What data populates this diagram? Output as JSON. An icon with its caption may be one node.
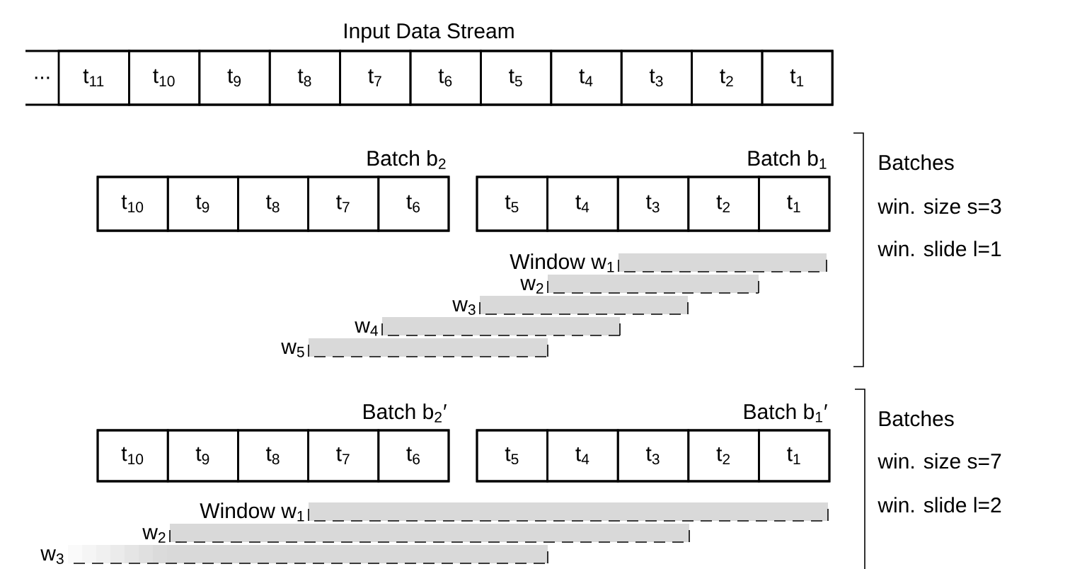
{
  "diagram": {
    "nodes": [
      {
        "text": [
          "Input Data Stream"
        ]
      },
      {
        "text": [
          "..."
        ],
        "in": 0
      },
      {
        "text": [
          "t$_{11}$"
        ],
        "in": 0
      },
      {
        "text": [
          "t$_{10}$"
        ],
        "in": 0
      },
      {
        "text": [
          "t$_{9}$"
        ],
        "in": 0
      },
      {
        "text": [
          "t$_{8}$"
        ],
        "in": 0
      },
      {
        "text": [
          "t$_{7}$"
        ],
        "in": 0
      },
      {
        "text": [
          "t$_{6}$"
        ],
        "in": 0
      },
      {
        "text": [
          "t$_{5}$"
        ],
        "in": 0
      },
      {
        "text": [
          "t$_{4}$"
        ],
        "in": 0
      },
      {
        "text": [
          "t$_{3}$"
        ],
        "in": 0
      },
      {
        "text": [
          "t$_{2}$"
        ],
        "in": 0
      },
      {
        "text": [
          "t$_{1}$"
        ],
        "in": 0
      },
      {
        "text": [
          "Batch b$_{2}$"
        ]
      },
      {
        "text": [
          "t$_{10}$"
        ],
        "in": 13
      },
      {
        "text": [
          "t$_{9}$"
        ],
        "in": 13
      },
      {
        "text": [
          "t$_{8}$"
        ],
        "in": 13
      },
      {
        "text": [
          "t$_{7}$"
        ],
        "in": 13
      },
      {
        "text": [
          "t$_{6}$"
        ],
        "in": 13
      },
      {
        "text": [
          "Batch b$_{1}$"
        ]
      },
      {
        "text": [
          "t$_{5}$"
        ],
        "in": 19
      },
      {
        "text": [
          "t$_{4}$"
        ],
        "in": 19
      },
      {
        "text": [
          "t$_{3}$"
        ],
        "in": 19
      },
      {
        "text": [
          "t$_{2}$"
        ],
        "in": 19
      },
      {
        "text": [
          "t$_{1}$"
        ],
        "in": 19
      },
      {
        "text": [],
        "shape": "bar",
        "beside": [
          "Window w$_{1}$"
        ]
      },
      {
        "text": [],
        "shape": "bar",
        "beside": [
          "w$_{2}$"
        ]
      },
      {
        "text": [],
        "shape": "bar",
        "beside": [
          "w$_{3}$"
        ]
      },
      {
        "text": [],
        "shape": "bar",
        "beside": [
          "w$_{4}$"
        ]
      },
      {
        "text": [],
        "shape": "bar",
        "beside": [
          "w$_{5}$"
        ]
      },
      {
        "text": [
          "Batch b$_{2}$′"
        ]
      },
      {
        "text": [
          "t$_{10}$"
        ],
        "in": 30
      },
      {
        "text": [
          "t$_{9}$"
        ],
        "in": 30
      },
      {
        "text": [
          "t$_{8}$"
        ],
        "in": 30
      },
      {
        "text": [
          "t$_{7}$"
        ],
        "in": 30
      },
      {
        "text": [
          "t$_{6}$"
        ],
        "in": 30
      },
      {
        "text": [
          "Batch b$_{1}$′"
        ]
      },
      {
        "text": [
          "t$_{5}$"
        ],
        "in": 36
      },
      {
        "text": [
          "t$_{4}$"
        ],
        "in": 36
      },
      {
        "text": [
          "t$_{3}$"
        ],
        "in": 36
      },
      {
        "text": [
          "t$_{2}$"
        ],
        "in": 36
      },
      {
        "text": [
          "t$_{1}$"
        ],
        "in": 36
      },
      {
        "text": [],
        "shape": "bar",
        "beside": [
          "Window w$_{1}$"
        ]
      },
      {
        "text": [],
        "shape": "bar",
        "beside": [
          "w$_{2}$"
        ]
      },
      {
        "text": [],
        "shape": "bar",
        "beside": [
          "w$_{3}$"
        ]
      }
    ],
    "edges": [],
    "labels": [
      "Batches",
      "win. size s=3",
      "win. slide l=1",
      "Batches",
      "win. size s=7",
      "win. slide l=2"
    ]
  }
}
